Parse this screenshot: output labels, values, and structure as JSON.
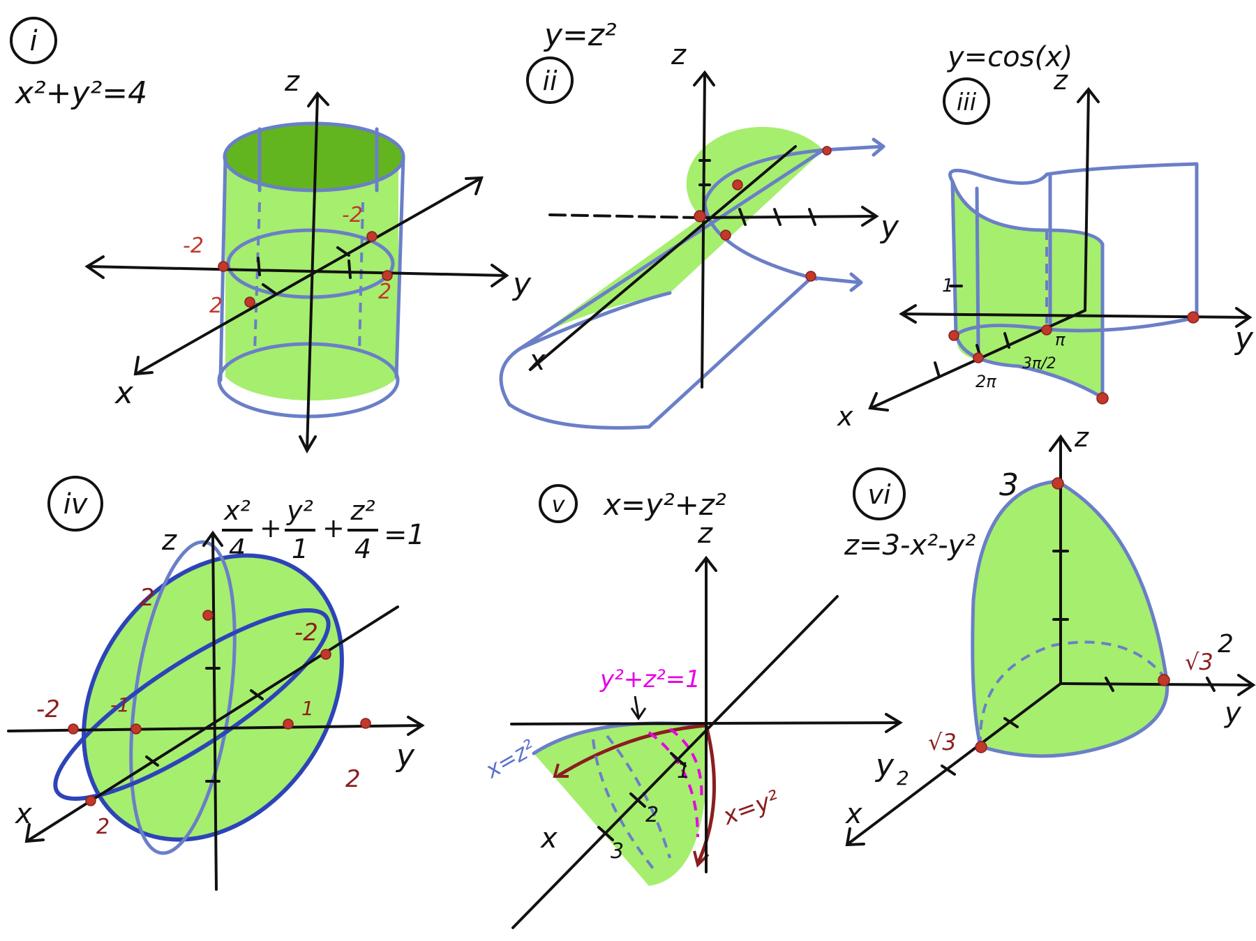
{
  "colors": {
    "surface_fill": "#a6ee6e",
    "surface_fill_dark": "#62b51e",
    "surface_edge": "#6a7fc7",
    "axis_ink": "#111111",
    "point_red": "#c0392b",
    "annotation_brown": "#8b1e1e",
    "annotation_magenta": "#e600e6"
  },
  "panels": [
    {
      "id": "i",
      "label": "i",
      "equation": "x²+y²=4",
      "axes": {
        "x": "x",
        "y": "y",
        "z": "z"
      },
      "annotations": [
        "-2",
        "-2",
        "2",
        "2"
      ]
    },
    {
      "id": "ii",
      "label": "ii",
      "equation": "y=z²",
      "axes": {
        "x": "x",
        "y": "y",
        "z": "z"
      },
      "annotations": []
    },
    {
      "id": "iii",
      "label": "iii",
      "equation": "y=cos(x)",
      "axes": {
        "x": "x",
        "y": "y",
        "z": "z"
      },
      "annotations": [
        "1",
        "π",
        "3π/2",
        "2π"
      ]
    },
    {
      "id": "iv",
      "label": "iv",
      "equation_numerators": [
        "x²",
        "y²",
        "z²"
      ],
      "equation_denominators": [
        "4",
        "1",
        "4"
      ],
      "equation_rhs": "=1",
      "axes": {
        "x": "x",
        "y": "y",
        "z": "z"
      },
      "annotations": [
        "2",
        "-2",
        "-2",
        "-1",
        "1",
        "2",
        "2"
      ]
    },
    {
      "id": "v",
      "label": "v",
      "equation": "x=y²+z²",
      "axes": {
        "x": "x",
        "y": "y",
        "z": "z"
      },
      "annotations": [
        "y²+z²=1",
        "x=z²",
        "x=y²",
        "1",
        "2",
        "3",
        "2"
      ]
    },
    {
      "id": "vi",
      "label": "vi",
      "equation": "z=3-x²-y²",
      "axes": {
        "x": "x",
        "y": "y",
        "z": "z"
      },
      "annotations": [
        "3",
        "√3",
        "√3",
        "2"
      ]
    }
  ]
}
